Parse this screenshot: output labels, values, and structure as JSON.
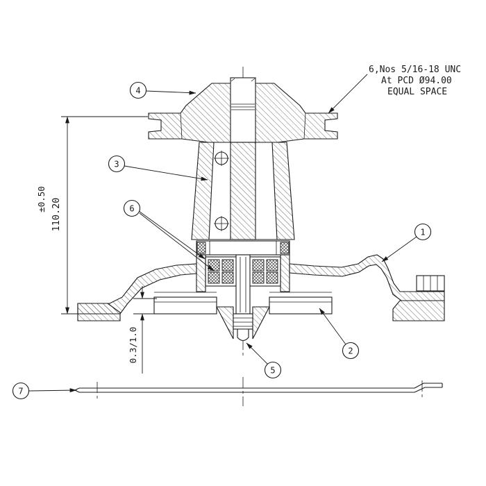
{
  "drawing": {
    "balloons": [
      {
        "label": "1"
      },
      {
        "label": "2"
      },
      {
        "label": "3"
      },
      {
        "label": "4"
      },
      {
        "label": "5"
      },
      {
        "label": "6"
      },
      {
        "label": "7"
      }
    ],
    "note": {
      "line1": "6,Nos 5/16-18 UNC",
      "line2": "At PCD Ø94.00",
      "line3": "EQUAL SPACE"
    },
    "dims": {
      "tolerance": "±0.50",
      "height": "110.20",
      "clearance": "0.3/1.0"
    },
    "colors": {
      "line": "#1a1a1a",
      "background": "#ffffff"
    }
  }
}
